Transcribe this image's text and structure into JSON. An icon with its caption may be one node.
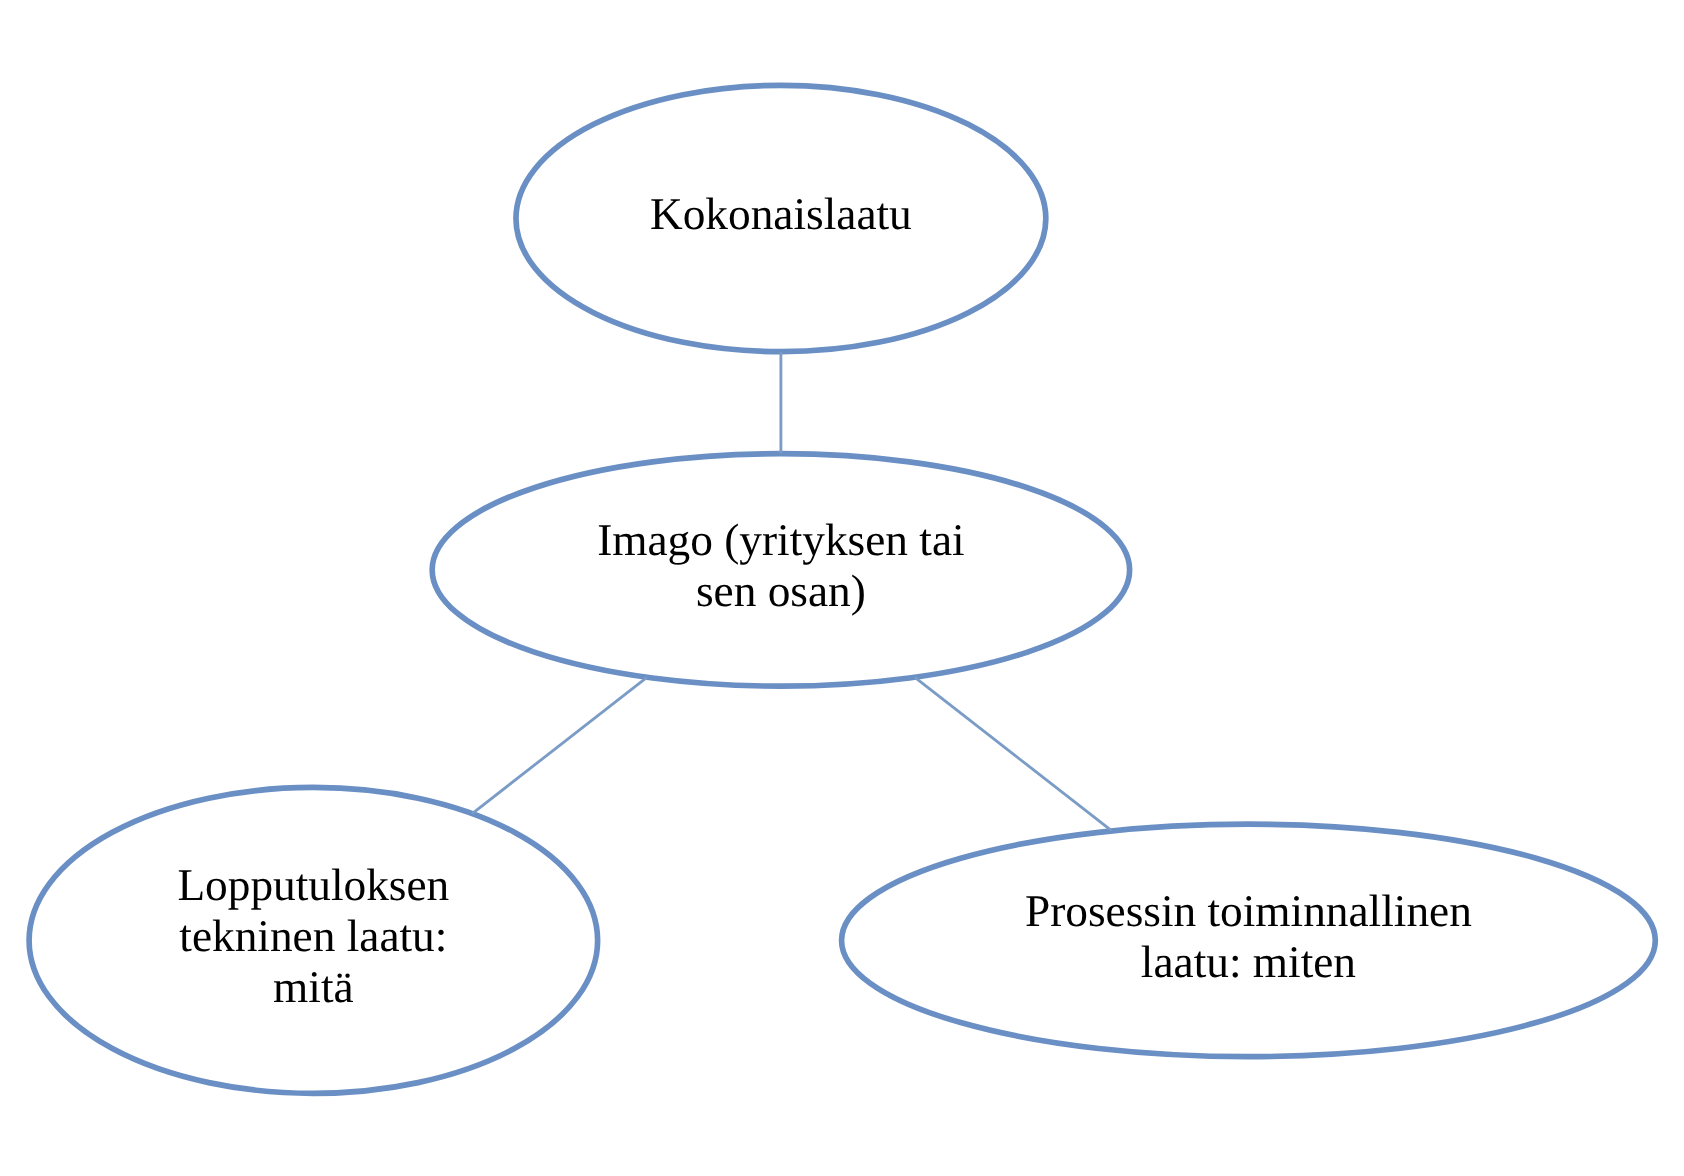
{
  "diagram": {
    "nodes": [
      {
        "text": [
          "Kokonaislaatu"
        ]
      },
      {
        "text": [
          "Imago (yrityksen tai sen osan)"
        ]
      },
      {
        "text": [
          "Lopputuloksen tekninen laatu: mitä"
        ]
      },
      {
        "text": [
          "Prosessin toiminnallinen laatu: miten"
        ]
      }
    ],
    "edges": [
      {
        "from": 0,
        "to": 1,
        "arrow": "none"
      },
      {
        "from": 1,
        "to": 2,
        "arrow": "none"
      },
      {
        "from": 1,
        "to": 3,
        "arrow": "none"
      }
    ]
  }
}
